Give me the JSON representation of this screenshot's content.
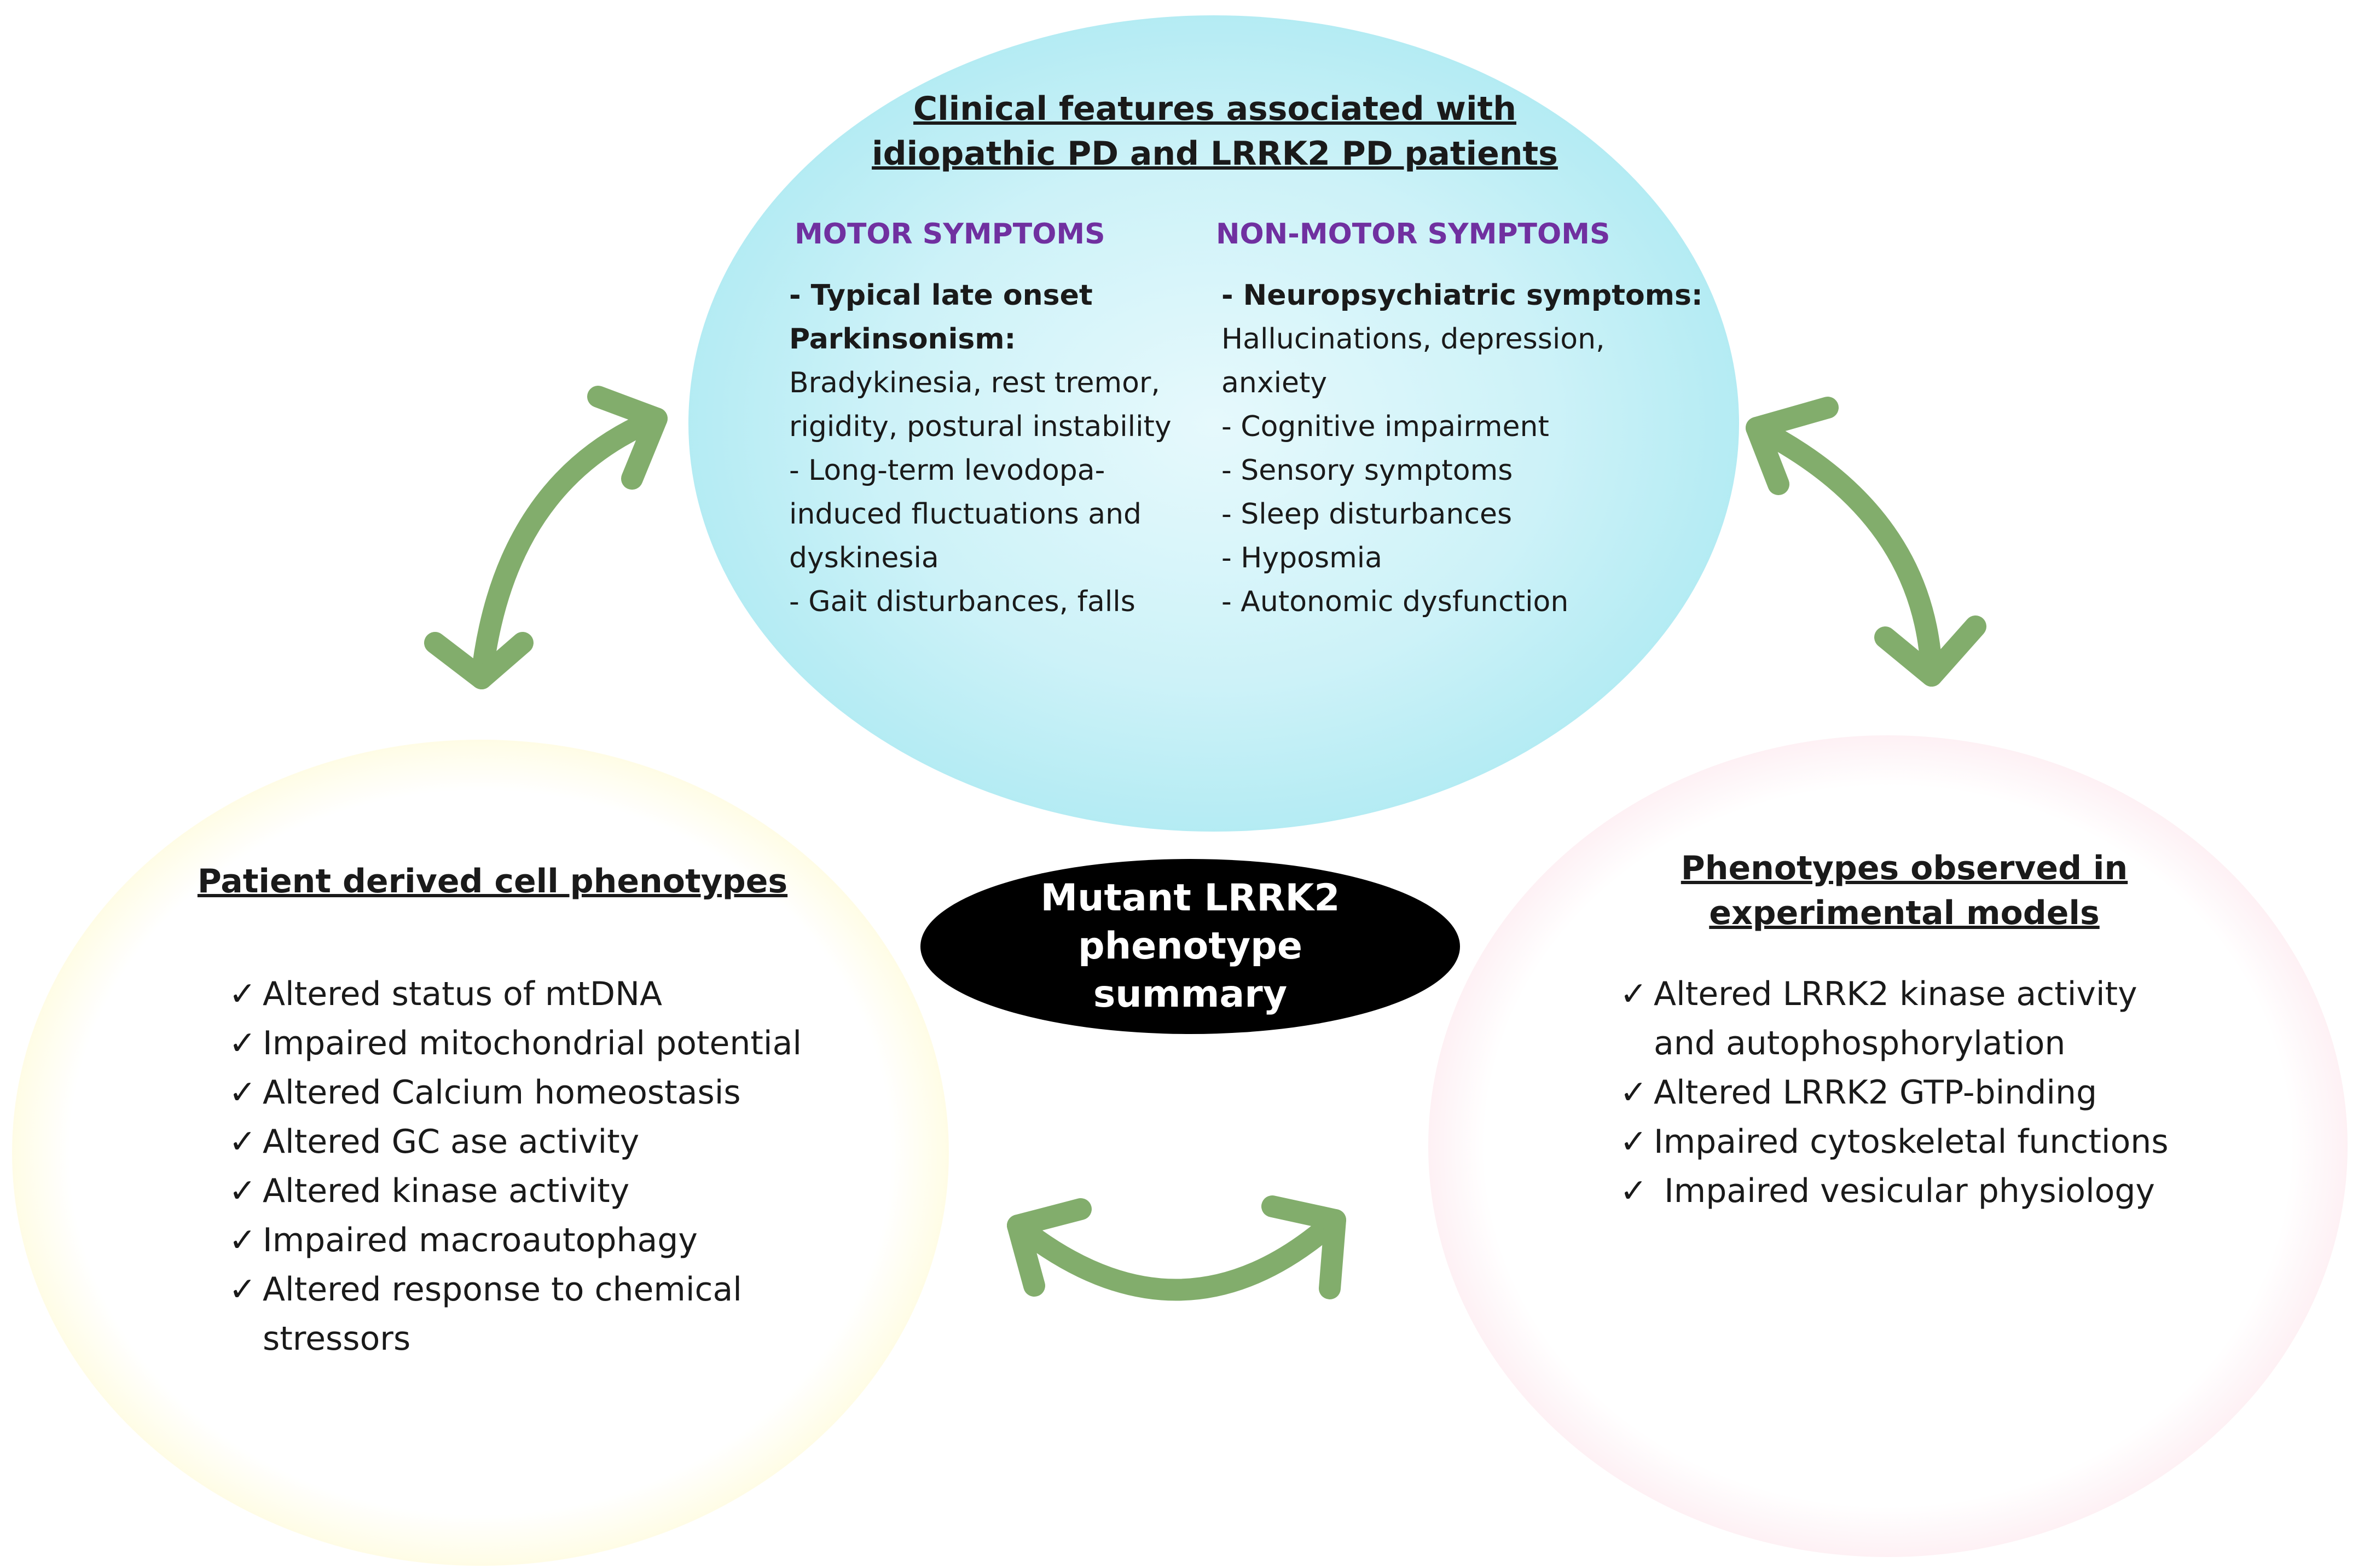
{
  "top": {
    "title_lines": [
      "Clinical features associated with",
      "idiopathic PD and LRRK2 PD patients"
    ],
    "motor_heading": "MOTOR SYMPTOMS",
    "nonmotor_heading": "NON-MOTOR SYMPTOMS",
    "motor_lines": [
      "-  Typical late onset",
      "Parkinsonism:",
      "Bradykinesia, rest tremor,",
      "rigidity, postural instability",
      "-  Long-term levodopa-",
      "induced fluctuations and",
      "dyskinesia",
      "-  Gait disturbances, falls"
    ],
    "nonmotor_lines": [
      "-  Neuropsychiatric symptoms:",
      "Hallucinations, depression,",
      "anxiety",
      "-  Cognitive impairment",
      "-  Sensory symptoms",
      "-  Sleep disturbances",
      "-  Hyposmia",
      "-  Autonomic dysfunction"
    ]
  },
  "center": {
    "lines": [
      "Mutant LRRK2",
      "phenotype",
      "summary"
    ]
  },
  "left": {
    "title": "Patient derived cell phenotypes",
    "check": "✓",
    "items": [
      "Altered status of mtDNA",
      "Impaired mitochondrial potential",
      "Altered Calcium homeostasis",
      "Altered GC ase activity",
      "Altered kinase activity",
      "Impaired macroautophagy",
      "Altered response to chemical",
      "stressors"
    ]
  },
  "right": {
    "title_lines": [
      "Phenotypes observed in",
      "experimental models"
    ],
    "check": "✓",
    "items": [
      "Altered LRRK2 kinase activity",
      "and autophosphorylation",
      "Altered LRRK2 GTP-binding",
      "Impaired cytoskeletal functions",
      " Impaired vesicular physiology"
    ]
  },
  "colors": {
    "arrow": "#82ad6c",
    "motor_heading": "#7030a0",
    "top_fill": "#b3ebf3",
    "left_rim": "#fbee63",
    "right_rim": "#f5a9bc",
    "center_fill": "#000000"
  }
}
